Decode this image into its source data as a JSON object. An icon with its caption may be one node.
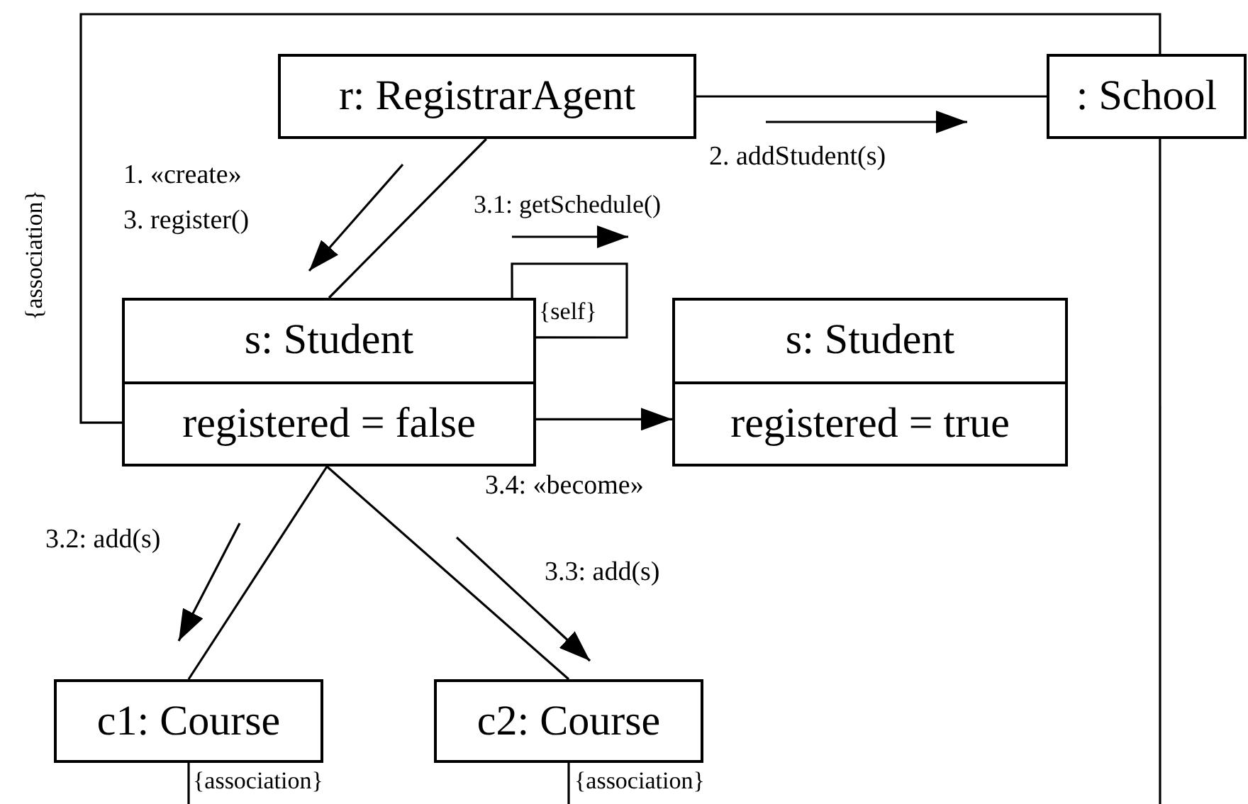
{
  "diagram": {
    "nodes": [
      {
        "text": [
          "r: RegistrarAgent"
        ]
      },
      {
        "text": [
          ": School"
        ]
      },
      {
        "text": [
          "s: Student",
          "registered = false"
        ]
      },
      {
        "text": [
          "s: Student",
          "registered = true"
        ]
      },
      {
        "text": [
          "c1: Course"
        ]
      },
      {
        "text": [
          "c2: Course"
        ]
      }
    ],
    "edges": [
      {
        "from": 0,
        "to": 1,
        "arrow": "none"
      },
      {
        "from": 0,
        "to": 2,
        "arrow": "none"
      },
      {
        "from": 2,
        "to": 2,
        "arrow": "none",
        "label": "{self}"
      },
      {
        "from": 2,
        "to": 1,
        "arrow": "none",
        "label": "{association}"
      },
      {
        "from": 2,
        "to": 3,
        "arrow": "to",
        "label": "3.4: «become»"
      },
      {
        "from": 2,
        "to": 4,
        "arrow": "none"
      },
      {
        "from": 2,
        "to": 5,
        "arrow": "none"
      },
      {
        "from": 4,
        "to": null,
        "arrow": "none",
        "label": "{association}"
      },
      {
        "from": 5,
        "to": null,
        "arrow": "none",
        "label": "{association}"
      },
      {
        "from": 1,
        "to": null,
        "arrow": "none"
      }
    ],
    "labels": [
      "1. «create»",
      "3. register()",
      "2. addStudent(s)",
      "3.1: getSchedule()",
      "3.2: add(s)",
      "3.3: add(s)"
    ]
  }
}
